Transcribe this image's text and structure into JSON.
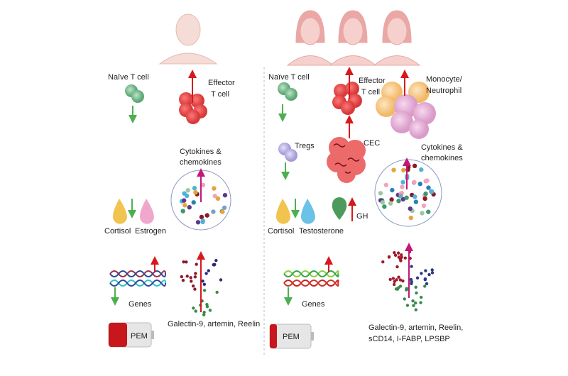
{
  "left": {
    "naive_t_cell": "Naïve T cell",
    "effector_line1": "Effector",
    "effector_line2": "T cell",
    "cytokines_line1": "Cytokines &",
    "cytokines_line2": "chemokines",
    "cortisol": "Cortisol",
    "estrogen": "Estrogen",
    "genes": "Genes",
    "markers": "Galectin-9, artemin, Reelin",
    "battery": "PEM"
  },
  "right": {
    "naive_t_cell": "Naïve T cell",
    "effector_line1": "Effector",
    "effector_line2": "T cell",
    "monocyte_line1": "Monocyte/",
    "monocyte_line2": "Neutrophil",
    "tregs": "Tregs",
    "cec": "CEC",
    "cytokines_line1": "Cytokines &",
    "cytokines_line2": "chemokines",
    "cortisol": "Cortisol",
    "testosterone": "Testosterone",
    "gh": "GH",
    "genes": "Genes",
    "markers_line1": "Galectin-9, artemin, Reelin,",
    "markers_line2": "sCD14, I-FABP, LPSBP",
    "battery": "PEM"
  },
  "colors": {
    "up": "#d7191c",
    "down": "#4caf50",
    "cytokine_arrow": "#c2187a"
  }
}
